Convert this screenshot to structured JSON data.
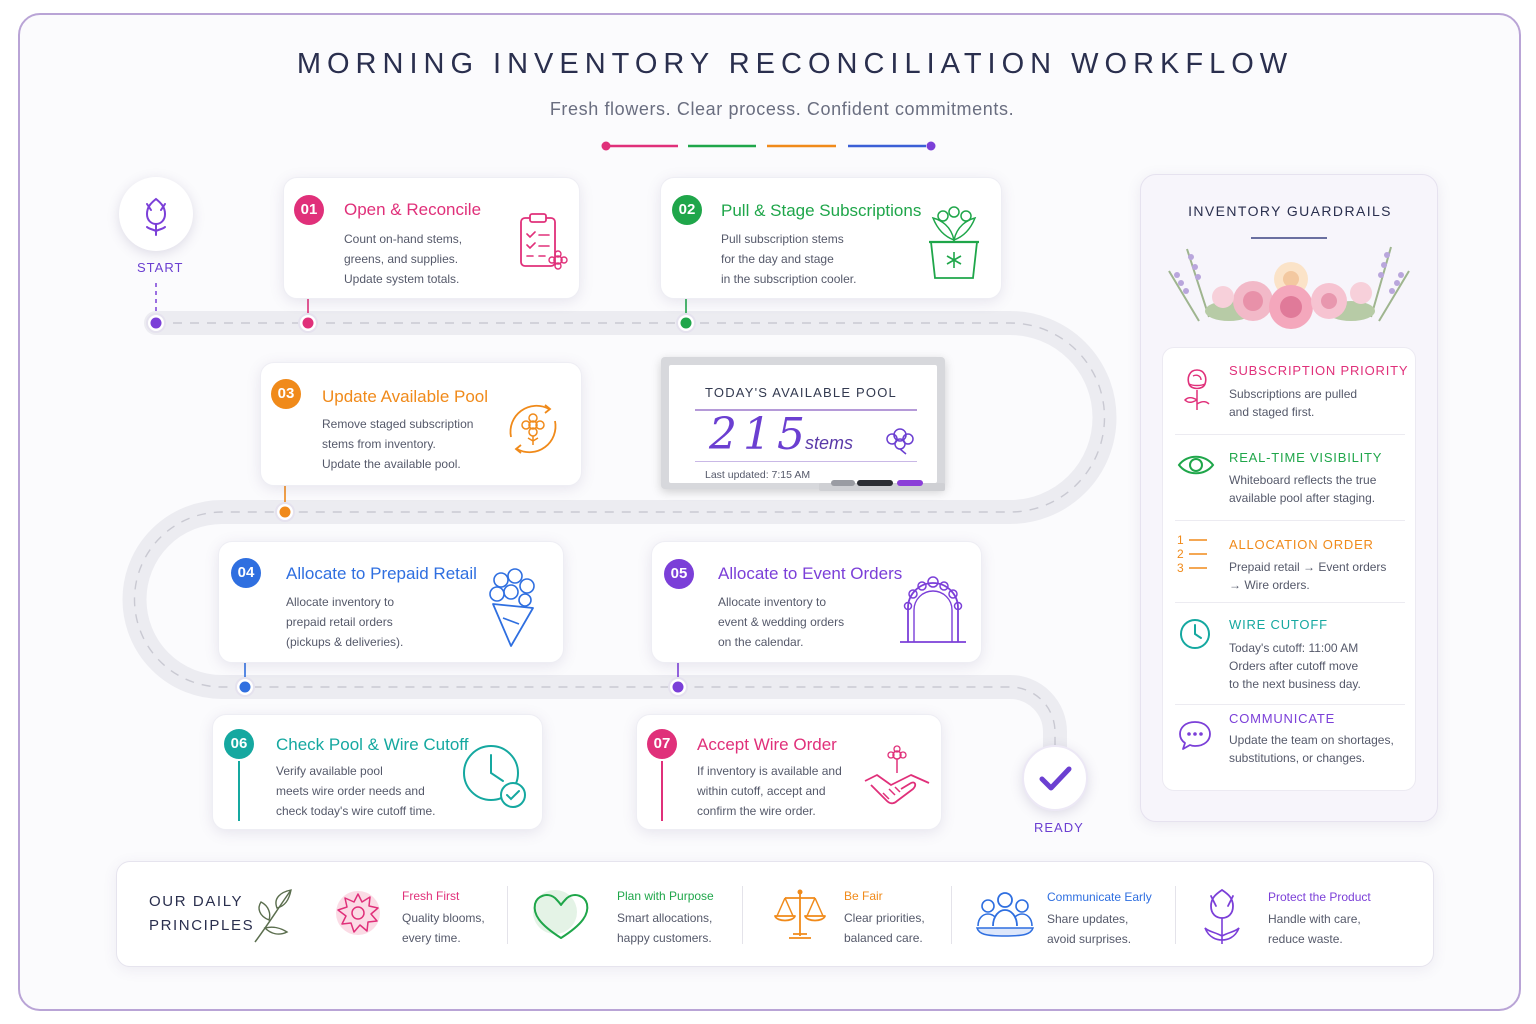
{
  "header": {
    "title": "MORNING INVENTORY RECONCILIATION WORKFLOW",
    "subtitle": "Fresh flowers. Clear process. Confident commitments.",
    "accent_colors": [
      "#e0307a",
      "#1fa64a",
      "#f08a1a",
      "#3b5fd6",
      "#7b3fd8"
    ]
  },
  "path": {
    "start_label": "START",
    "ready_label": "READY",
    "start_icon": "tulip-icon",
    "ready_icon": "checkmark-icon"
  },
  "steps": [
    {
      "number": "01",
      "title": "Open & Reconcile",
      "lines": [
        "Count on-hand stems,",
        "greens, and supplies.",
        "Update system totals."
      ],
      "color": "#e0307a",
      "icon": "clipboard-checklist-icon"
    },
    {
      "number": "02",
      "title": "Pull & Stage Subscriptions",
      "lines": [
        "Pull subscription stems",
        "for the day and stage",
        "in the subscription cooler."
      ],
      "color": "#1fa64a",
      "icon": "plant-cooler-icon"
    },
    {
      "number": "03",
      "title": "Update Available Pool",
      "lines": [
        "Remove staged subscription",
        "stems from inventory.",
        "Update the available pool."
      ],
      "color": "#f08a1a",
      "icon": "flower-refresh-icon"
    },
    {
      "number": "04",
      "title": "Allocate to Prepaid Retail",
      "lines": [
        "Allocate inventory to",
        "prepaid retail orders",
        "(pickups & deliveries)."
      ],
      "color": "#2f6fe0",
      "icon": "bouquet-icon"
    },
    {
      "number": "05",
      "title": "Allocate to Event Orders",
      "lines": [
        "Allocate inventory to",
        "event & wedding orders",
        "on the calendar."
      ],
      "color": "#7b3fd8",
      "icon": "floral-arch-icon"
    },
    {
      "number": "06",
      "title": "Check Pool & Wire Cutoff",
      "lines": [
        "Verify available pool",
        "meets wire order needs and",
        "check today's wire cutoff time."
      ],
      "color": "#15a8a0",
      "icon": "clock-check-icon"
    },
    {
      "number": "07",
      "title": "Accept Wire Order",
      "lines": [
        "If inventory is available and",
        "within cutoff, accept and",
        "confirm the wire order."
      ],
      "color": "#e0307a",
      "icon": "handshake-flower-icon"
    }
  ],
  "whiteboard": {
    "heading": "TODAY'S AVAILABLE POOL",
    "value": "215",
    "unit": "stems",
    "updated": "Last updated: 7:15 AM"
  },
  "guardrails": {
    "title": "INVENTORY GUARDRAILS",
    "items": [
      {
        "title": "SUBSCRIPTION PRIORITY",
        "lines": [
          "Subscriptions are pulled",
          "and staged first."
        ],
        "color": "#e0307a",
        "icon": "rose-icon"
      },
      {
        "title": "REAL-TIME VISIBILITY",
        "lines": [
          "Whiteboard reflects the true",
          "available pool after staging."
        ],
        "color": "#1fa64a",
        "icon": "eye-icon"
      },
      {
        "title": "ALLOCATION ORDER",
        "lines": [
          "Prepaid retail →  Event orders",
          "→  Wire orders."
        ],
        "color": "#f08a1a",
        "icon": "numbered-list-icon"
      },
      {
        "title": "WIRE CUTOFF",
        "lines": [
          "Today's cutoff:  11:00 AM",
          "Orders after cutoff move",
          "to the next business day."
        ],
        "color": "#15a8a0",
        "icon": "clock-icon"
      },
      {
        "title": "COMMUNICATE",
        "lines": [
          "Update the team on shortages,",
          "substitutions, or changes."
        ],
        "color": "#7b3fd8",
        "icon": "chat-bubble-icon"
      }
    ]
  },
  "principles": {
    "heading_line1": "OUR DAILY",
    "heading_line2": "PRINCIPLES",
    "items": [
      {
        "title": "Fresh First",
        "lines": [
          "Quality blooms,",
          "every time."
        ],
        "color": "#e0307a",
        "icon": "carnation-icon"
      },
      {
        "title": "Plan with Purpose",
        "lines": [
          "Smart allocations,",
          "happy customers."
        ],
        "color": "#1fa64a",
        "icon": "heart-icon"
      },
      {
        "title": "Be Fair",
        "lines": [
          "Clear priorities,",
          "balanced care."
        ],
        "color": "#f08a1a",
        "icon": "scale-icon"
      },
      {
        "title": "Communicate Early",
        "lines": [
          "Share updates,",
          "avoid surprises."
        ],
        "color": "#2f6fe0",
        "icon": "team-icon"
      },
      {
        "title": "Protect the Product",
        "lines": [
          "Handle with care,",
          "reduce waste."
        ],
        "color": "#7b3fd8",
        "icon": "tulip-icon"
      }
    ]
  }
}
